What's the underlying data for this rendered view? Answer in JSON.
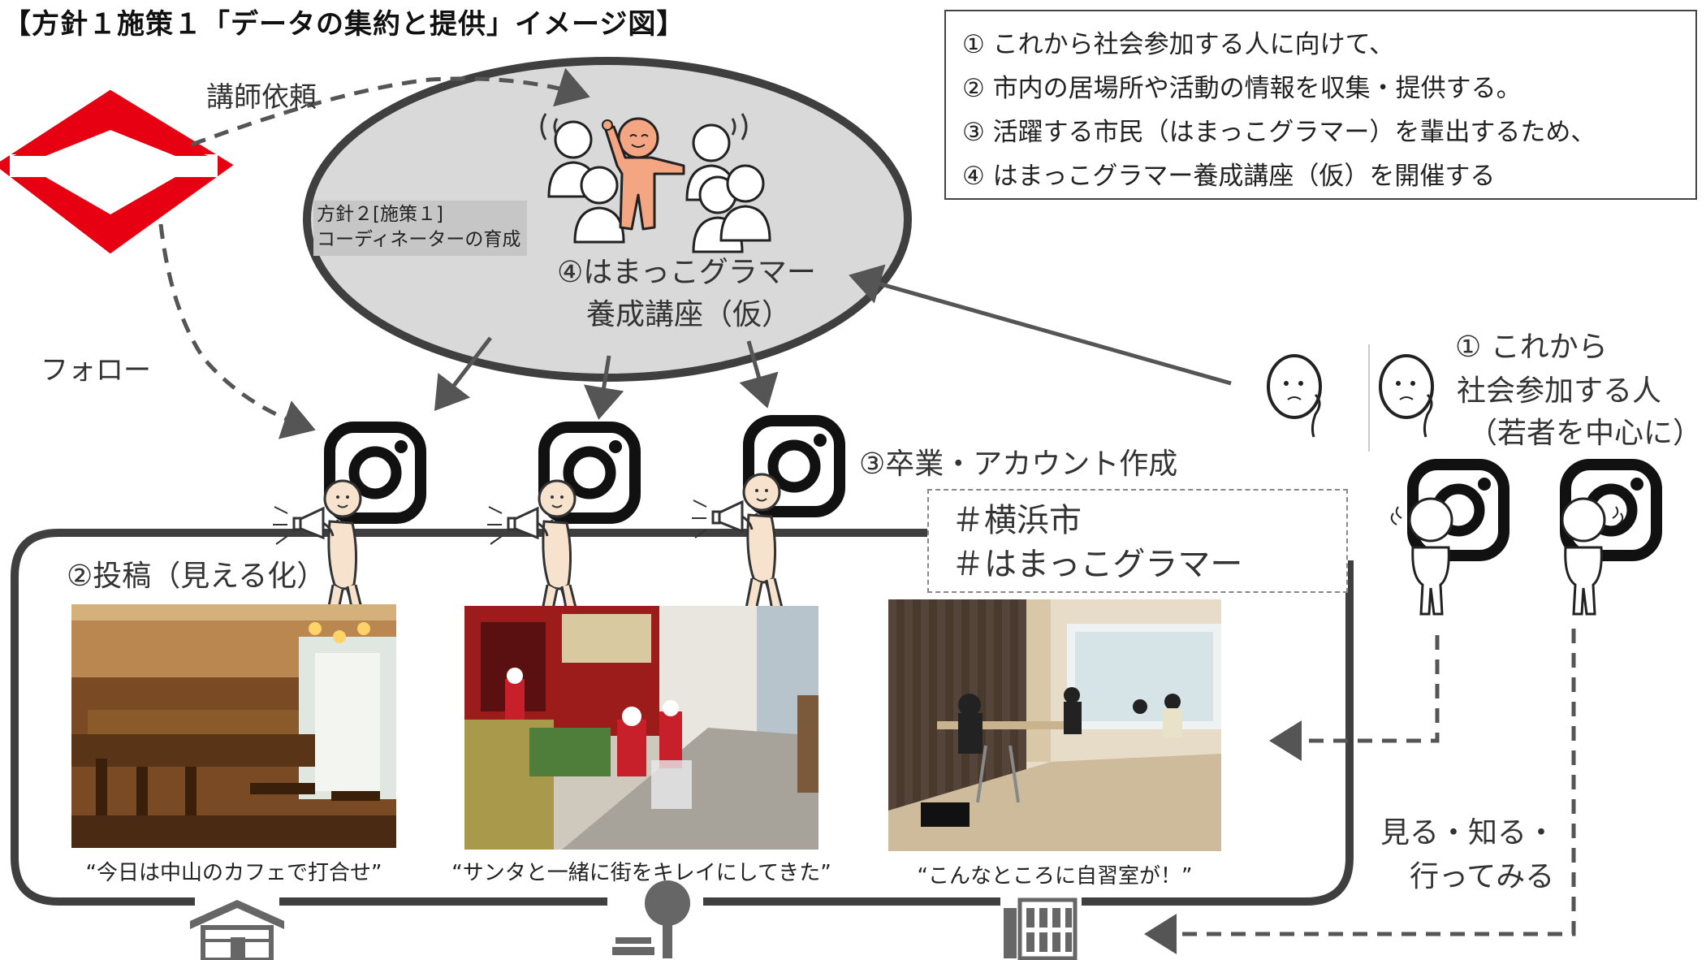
{
  "title": "【方針１施策１「データの集約と提供」イメージ図】",
  "steps": [
    "①  これから社会参加する人に向けて、",
    "②  市内の居場所や活動の情報を収集・提供する。",
    "③  活躍する市民（はまっこグラマー）を輩出するため、",
    "④  はまっこグラマー養成講座（仮）を開催する"
  ],
  "labels": {
    "lecturer_request": "講師依頼",
    "follow": "フォロー",
    "coordinator_line1": "方針２[施策１]",
    "coordinator_line2": "コーディネーターの育成",
    "course_line1": "④はまっこグラマー",
    "course_line2": "養成講座（仮）",
    "graduate": "③卒業・アカウント作成",
    "newcomers_line1": "① これから",
    "newcomers_line2": "社会参加する人",
    "newcomers_line3": "（若者を中心に）",
    "posting": "②投稿（見える化）",
    "see_know_go_line1": "見る・知る・",
    "see_know_go_line2": "行ってみる"
  },
  "hashtags": [
    "＃横浜市",
    "＃はまっこグラマー"
  ],
  "photos": [
    {
      "caption": "“今日は中山のカフェで打合せ”",
      "scene": "cafe"
    },
    {
      "caption": "“サンタと一緒に街をキレイにしてきた”",
      "scene": "street-cleanup"
    },
    {
      "caption": "“こんなところに自習室が！”",
      "scene": "study-room"
    }
  ],
  "colors": {
    "city_logo_red": "#e60012",
    "ellipse_fill": "#d9d9d9",
    "presenter_orange": "#f4a582",
    "frame_dark": "#3f3f3f",
    "arrow_gray": "#555555"
  },
  "icons": [
    "yokohama-city-emblem-icon",
    "instagram-icon",
    "megaphone-person-icon",
    "house-icon",
    "tree-icon",
    "building-icon",
    "thinking-person-icon"
  ]
}
